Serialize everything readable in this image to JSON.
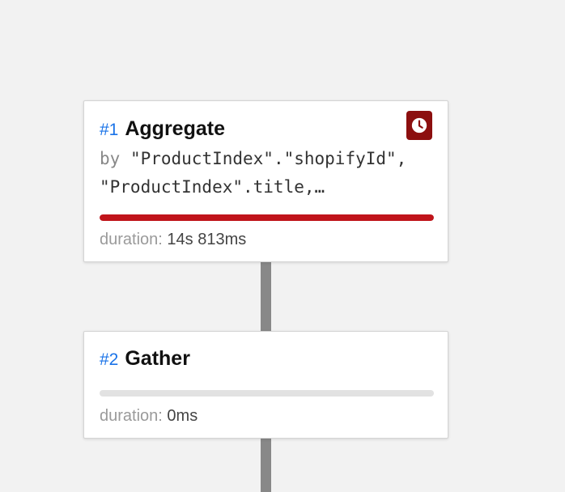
{
  "colors": {
    "id_blue": "#1a73e8",
    "alert_badge": "#8c0f0f",
    "progress_red": "#c0141a",
    "progress_track": "#e2e2e2",
    "connector": "#888888",
    "background": "#f2f2f2"
  },
  "nodes": [
    {
      "id": "#1",
      "title": "Aggregate",
      "icon": "clock-icon",
      "detail_keyword": "by",
      "detail_line1_rest": " \"ProductIndex\".\"shopifyId\",",
      "detail_line2": "\"ProductIndex\".title,…",
      "progress": 1.0,
      "duration_label": "duration:",
      "duration_value": "14s 813ms"
    },
    {
      "id": "#2",
      "title": "Gather",
      "progress": 0.0,
      "duration_label": "duration:",
      "duration_value": "0ms"
    }
  ]
}
